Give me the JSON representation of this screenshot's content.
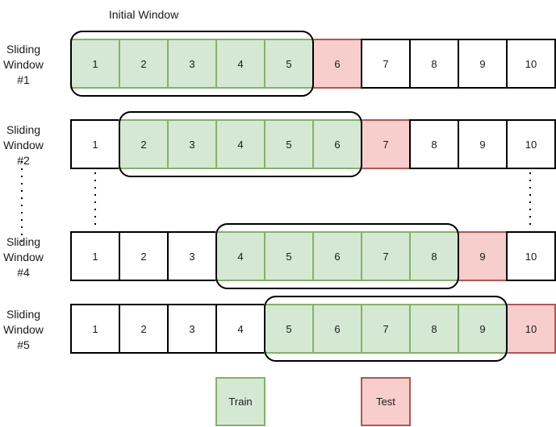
{
  "title": "Initial Window",
  "colors": {
    "train_fill": "#d5e8d4",
    "train_stroke": "#82b366",
    "test_fill": "#f8cecc",
    "test_stroke": "#b85450",
    "plain_fill": "#ffffff",
    "plain_stroke": "#000000"
  },
  "rows": [
    {
      "label": [
        "Sliding",
        "Window",
        "#1"
      ],
      "cells": [
        "1",
        "2",
        "3",
        "4",
        "5",
        "6",
        "7",
        "8",
        "9",
        "10"
      ],
      "train": [
        1,
        2,
        3,
        4,
        5
      ],
      "test": [
        6
      ]
    },
    {
      "label": [
        "Sliding",
        "Window",
        "#2"
      ],
      "cells": [
        "1",
        "2",
        "3",
        "4",
        "5",
        "6",
        "7",
        "8",
        "9",
        "10"
      ],
      "train": [
        2,
        3,
        4,
        5,
        6
      ],
      "test": [
        7
      ]
    },
    {
      "label": [
        "Sliding",
        "Window",
        "#4"
      ],
      "cells": [
        "1",
        "2",
        "3",
        "4",
        "5",
        "6",
        "7",
        "8",
        "9",
        "10"
      ],
      "train": [
        4,
        5,
        6,
        7,
        8
      ],
      "test": [
        9
      ]
    },
    {
      "label": [
        "Sliding",
        "Window",
        "#5"
      ],
      "cells": [
        "1",
        "2",
        "3",
        "4",
        "5",
        "6",
        "7",
        "8",
        "9",
        "10"
      ],
      "train": [
        5,
        6,
        7,
        8,
        9
      ],
      "test": [
        10
      ]
    }
  ],
  "legend": {
    "train": "Train",
    "test": "Test"
  }
}
